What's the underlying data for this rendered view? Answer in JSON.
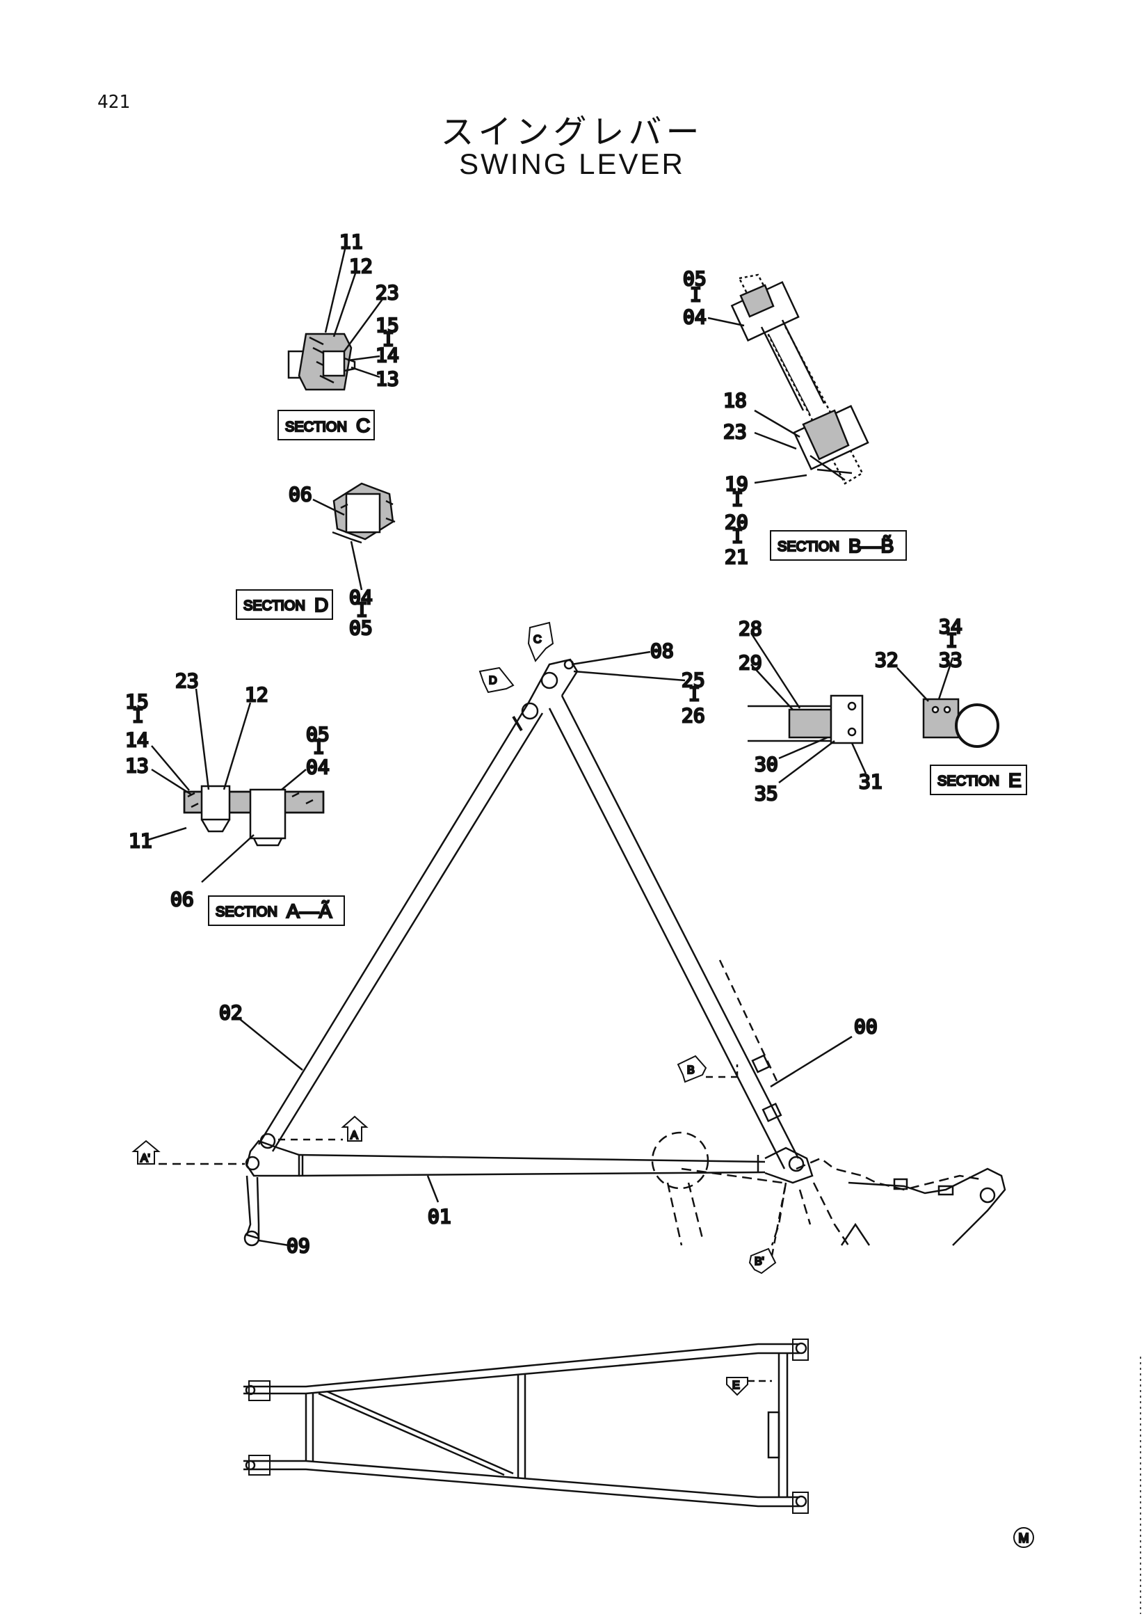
{
  "page_number": "421",
  "title_jp": "スイングレバー",
  "title_en": "SWING LEVER",
  "section_word": "SECTION",
  "sections": {
    "c": "C",
    "d": "D",
    "bb": "B—B̃",
    "aa": "A—Ã",
    "e": "E"
  },
  "view_arrows": {
    "c": "C",
    "d": "D",
    "a": "A",
    "a2": "A'",
    "b": "B",
    "b2": "B'",
    "e": "E"
  },
  "callouts": {
    "c_11": "11",
    "c_12": "12",
    "c_23": "23",
    "c_15": "15",
    "c_dash": "I",
    "c_14": "14",
    "c_13": "13",
    "d_06": "06",
    "d_04": "04",
    "d_dash": "I",
    "d_05": "05",
    "b_05": "05",
    "b_dash1": "I",
    "b_04": "04",
    "b_18": "18",
    "b_23": "23",
    "b_19": "19",
    "b_dash2": "I",
    "b_20": "20",
    "b_dash3": "I",
    "b_21": "21",
    "a_15": "15",
    "a_dash1": "I",
    "a_14": "14",
    "a_13": "13",
    "a_23": "23",
    "a_12": "12",
    "a_05": "05",
    "a_dash2": "I",
    "a_04": "04",
    "a_11": "11",
    "a_06": "06",
    "m_08": "08",
    "m_25": "25",
    "m_dash": "I",
    "m_26": "26",
    "m_02": "02",
    "m_00": "00",
    "m_01": "01",
    "m_09": "09",
    "e_28": "28",
    "e_29": "29",
    "e_30": "30",
    "e_35": "35",
    "e_31": "31",
    "e_34": "34",
    "e_dash": "I",
    "e_33": "33",
    "e_32": "32"
  },
  "mark": "M"
}
